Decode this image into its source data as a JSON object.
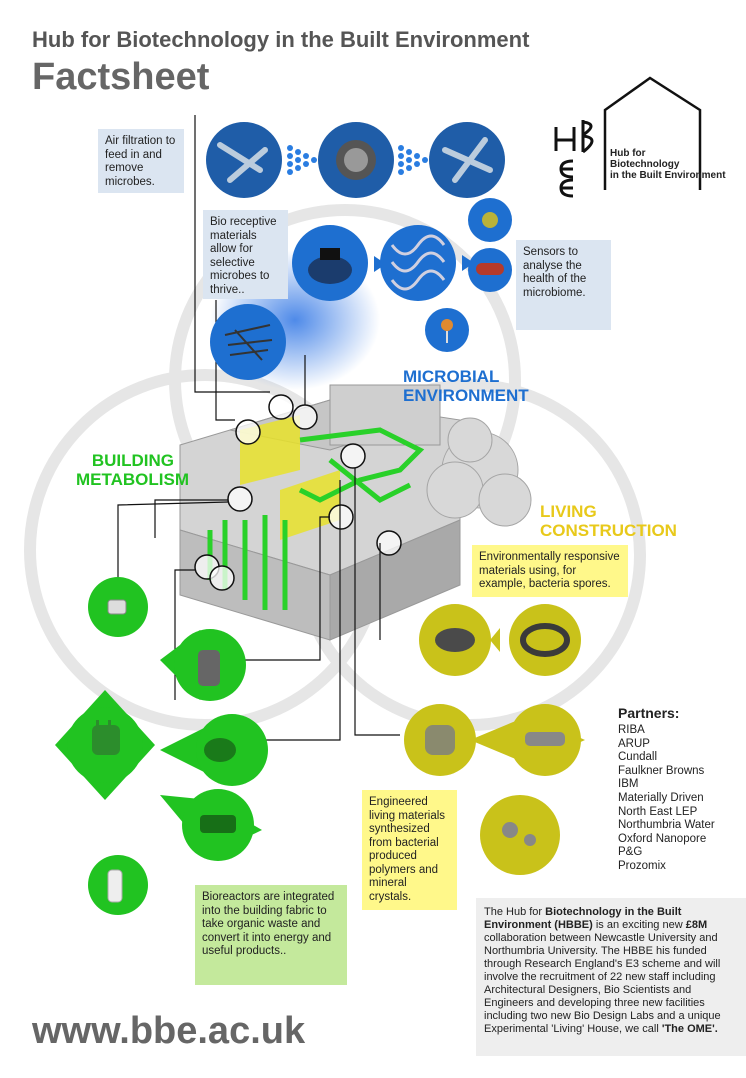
{
  "header": {
    "subtitle": "Hub for Biotechnology in the Built Environment",
    "title": "Factsheet"
  },
  "logo": {
    "line1": "Hub for",
    "line2": "Biotechnology",
    "line3": "in the Built Environment"
  },
  "callouts": {
    "air": "Air filtration to feed in and remove microbes.",
    "bio": "Bio receptive materials allow for selective microbes to thrive..",
    "sensors": "Sensors to analyse the health of the microbiome.",
    "env": "Environmentally responsive materials using, for example, bacteria spores.",
    "engineered": "Engineered living materials synthesized from bacterial produced polymers and mineral crystals.",
    "bioreactors": "Bioreactors are integrated into the building fabric to take organic waste and convert it into energy and useful products.."
  },
  "labels": {
    "microbial1": "MICROBIAL",
    "microbial2": "ENVIRONMENT",
    "building1": "BUILDING",
    "building2": "METABOLISM",
    "living1": "LIVING",
    "living2": "CONSTRUCTION"
  },
  "partners": {
    "heading": "Partners:",
    "items": [
      "RIBA",
      "ARUP",
      "Cundall",
      "Faulkner Browns",
      "IBM",
      "Materially Driven",
      "North East LEP",
      "Northumbria Water",
      "Oxford Nanopore",
      "P&G",
      "Prozomix"
    ]
  },
  "about": {
    "p1": "The Hub for ",
    "b1": "Biotechnology in the Built Environment (HBBE)",
    "p2": " is an exciting new ",
    "b2": "£8M",
    "p3": " collaboration between Newcastle University and Northumbria University. The HBBE his funded through Research England's E3 scheme and will involve the recruitment of 22 new staff including Architectural Designers, Bio Scientists and Engineers and developing three new facilities including two new Bio Design Labs and a unique Experimental 'Living' House, we call ",
    "b3": "'The OME'."
  },
  "footer": {
    "url": "www.bbe.ac.uk"
  },
  "colors": {
    "blue": "#1e6fd0",
    "green": "#21c321",
    "olive": "#c9c21a",
    "lightblue": "#dbe5f1",
    "yellow": "#fff88a",
    "lightgreen": "#c4e99c"
  }
}
